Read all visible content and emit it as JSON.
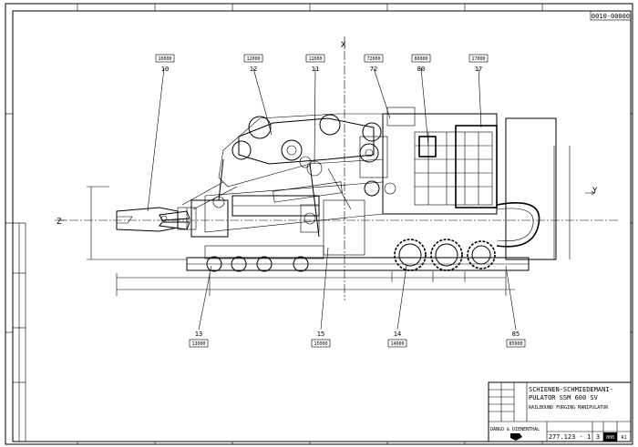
{
  "sheet": {
    "number": "0010-00000",
    "axis_x": "X",
    "axis_y": "Y",
    "axis_z": "Z"
  },
  "title_block": {
    "title_de": "SCHIENEN-SCHMIEDEMANI-PULATOR SSM 600 SV",
    "title_de_line1": "SCHIENEN-SCHMIEDEMANI-",
    "title_de_line2": "PULATOR SSM 600 SV",
    "title_en": "RAILBOUND FORGING MANIPULATOR",
    "drawing_no": "277.123 - 1",
    "sheet": "3",
    "revision": "000",
    "size": "A1",
    "company": "DANGO & DIENENTHAL"
  },
  "callouts": [
    {
      "id": "c10",
      "num": "10",
      "code": "10000"
    },
    {
      "id": "c12",
      "num": "12",
      "code": "12000"
    },
    {
      "id": "c11",
      "num": "11",
      "code": "11000"
    },
    {
      "id": "c72",
      "num": "72",
      "code": "72000"
    },
    {
      "id": "c80",
      "num": "80",
      "code": "80000"
    },
    {
      "id": "c17",
      "num": "17",
      "code": "17000"
    },
    {
      "id": "c13",
      "num": "13",
      "code": "13000"
    },
    {
      "id": "c15",
      "num": "15",
      "code": "15000"
    },
    {
      "id": "c14",
      "num": "14",
      "code": "14000"
    },
    {
      "id": "c85",
      "num": "85",
      "code": "85000"
    }
  ]
}
